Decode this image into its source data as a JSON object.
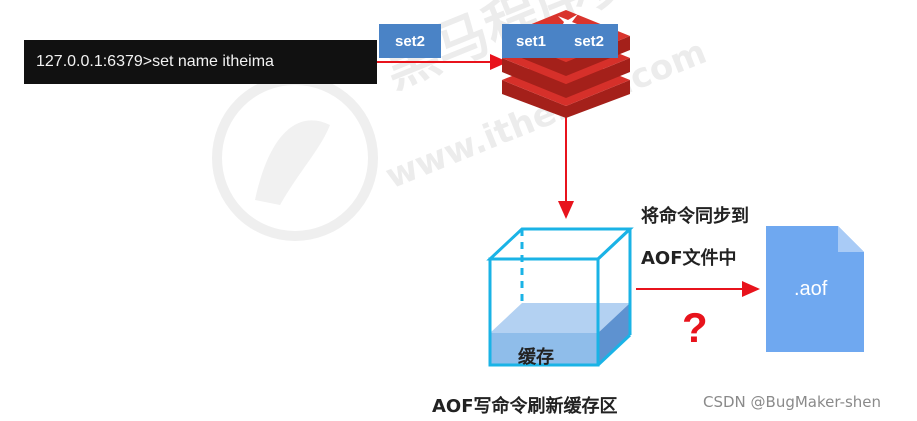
{
  "terminal": {
    "command": "127.0.0.1:6379>set name itheima"
  },
  "incoming_command": {
    "label": "set2"
  },
  "redis_memory": {
    "items": [
      "set1",
      "set2"
    ]
  },
  "buffer": {
    "label": "缓存"
  },
  "sync_note": {
    "line1": "将命令同步到",
    "line2": "AOF文件中"
  },
  "question": {
    "mark": "?"
  },
  "aof_file": {
    "label": ".aof"
  },
  "caption": {
    "text": "AOF写命令刷新缓存区"
  },
  "watermark": {
    "brand": "黑马程序员",
    "url": "www.itheima.com"
  },
  "credit": {
    "text": "CSDN @BugMaker-shen"
  },
  "colors": {
    "arrow": "#e8131c",
    "tag_blue": "#4a83c6",
    "buffer_water": "#9cc3ec",
    "cube_edge": "#1ab3e6",
    "file_blue": "#6fa8f0",
    "redis_red": "#d6302a"
  }
}
